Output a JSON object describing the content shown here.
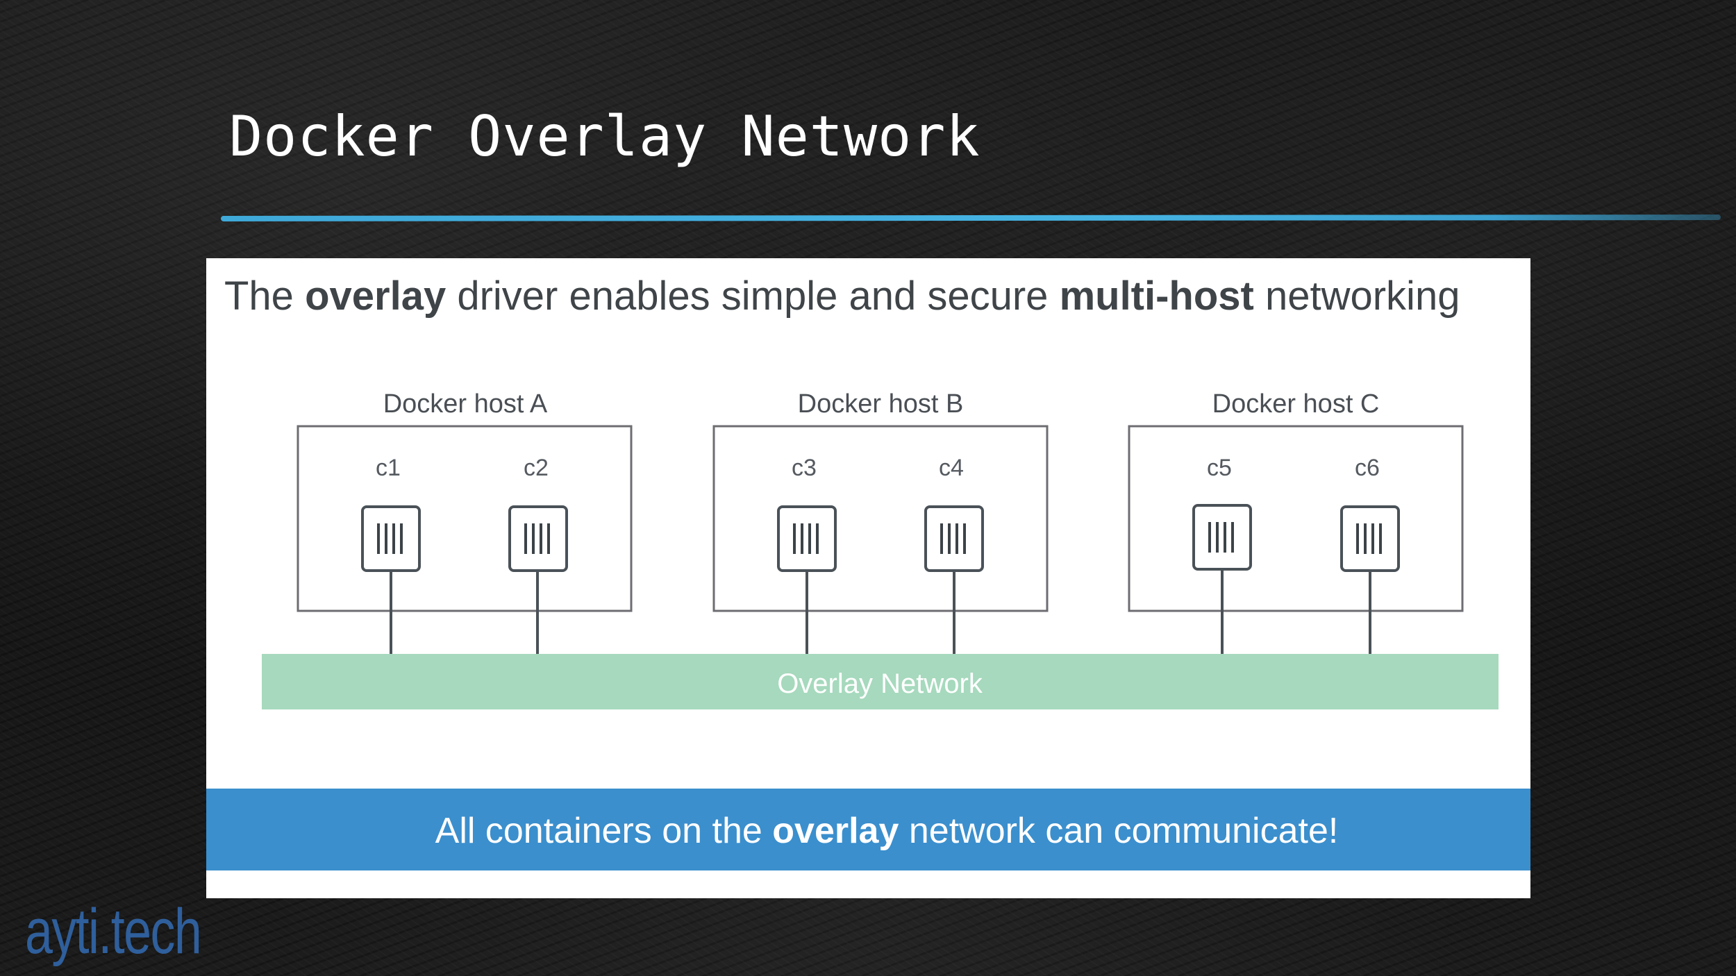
{
  "slide": {
    "title": "Docker Overlay Network"
  },
  "diagram": {
    "heading": {
      "part1": "The ",
      "bold1": "overlay",
      "part2": " driver enables simple and secure ",
      "bold2": "multi-host",
      "part3": " networking"
    },
    "hosts": [
      {
        "label": "Docker host A",
        "containers": [
          "c1",
          "c2"
        ]
      },
      {
        "label": "Docker host B",
        "containers": [
          "c3",
          "c4"
        ]
      },
      {
        "label": "Docker host C",
        "containers": [
          "c5",
          "c6"
        ]
      }
    ],
    "network_label": "Overlay Network",
    "footer": {
      "part1": "All containers on the ",
      "bold": "overlay",
      "part2": " network can communicate!"
    },
    "colors": {
      "network_band": "#a6d9bd",
      "footer_band": "#3b8fcd",
      "box_stroke": "#6d6d72",
      "container_stroke": "#4a5258"
    }
  },
  "brand": {
    "logo_text": "ayti.tech"
  }
}
